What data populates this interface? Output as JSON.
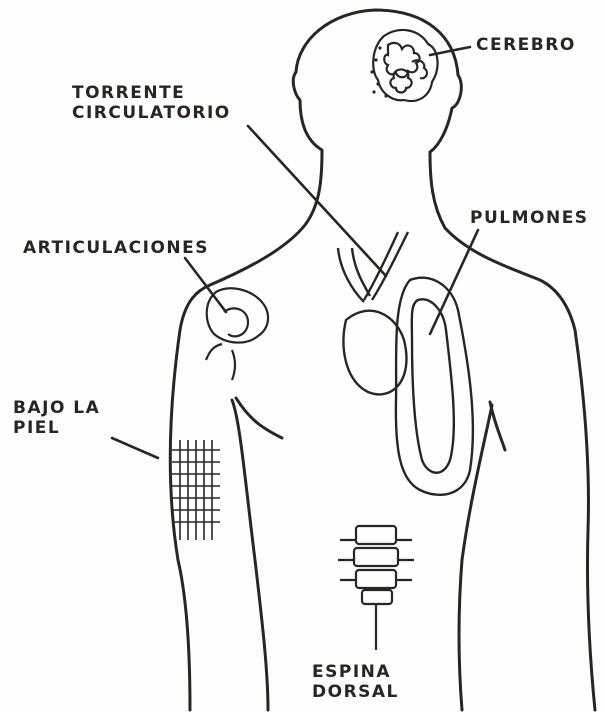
{
  "colors": {
    "ink": "#2b2521",
    "paper": "#fefefe"
  },
  "labels": {
    "cerebro": "CEREBRO",
    "torrente": [
      "TORRENTE",
      "CIRCULATORIO"
    ],
    "pulmones": "PULMONES",
    "articulaciones": "ARTICULACIONES",
    "bajo_la_piel": [
      "BAJO LA",
      "PIEL"
    ],
    "espina_dorsal": [
      "ESPINA",
      "DORSAL"
    ]
  }
}
